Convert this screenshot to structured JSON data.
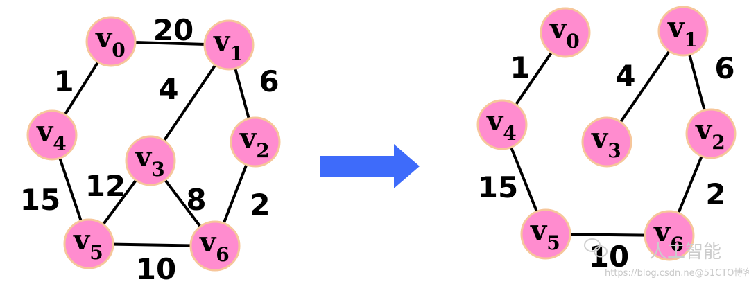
{
  "graphs": [
    {
      "id": "original",
      "nodes": [
        {
          "id": "v0",
          "base": "v",
          "sub": "0"
        },
        {
          "id": "v1",
          "base": "v",
          "sub": "1"
        },
        {
          "id": "v2",
          "base": "v",
          "sub": "2"
        },
        {
          "id": "v3",
          "base": "v",
          "sub": "3"
        },
        {
          "id": "v4",
          "base": "v",
          "sub": "4"
        },
        {
          "id": "v5",
          "base": "v",
          "sub": "5"
        },
        {
          "id": "v6",
          "base": "v",
          "sub": "6"
        }
      ],
      "edges": [
        {
          "from": "v0",
          "to": "v1",
          "weight": "20"
        },
        {
          "from": "v0",
          "to": "v4",
          "weight": "1"
        },
        {
          "from": "v1",
          "to": "v3",
          "weight": "4"
        },
        {
          "from": "v1",
          "to": "v2",
          "weight": "6"
        },
        {
          "from": "v4",
          "to": "v5",
          "weight": "15"
        },
        {
          "from": "v3",
          "to": "v5",
          "weight": "12"
        },
        {
          "from": "v3",
          "to": "v6",
          "weight": "8"
        },
        {
          "from": "v2",
          "to": "v6",
          "weight": "2"
        },
        {
          "from": "v5",
          "to": "v6",
          "weight": "10"
        }
      ]
    },
    {
      "id": "spanning-tree",
      "nodes": [
        {
          "id": "v0",
          "base": "v",
          "sub": "0"
        },
        {
          "id": "v1",
          "base": "v",
          "sub": "1"
        },
        {
          "id": "v2",
          "base": "v",
          "sub": "2"
        },
        {
          "id": "v3",
          "base": "v",
          "sub": "3"
        },
        {
          "id": "v4",
          "base": "v",
          "sub": "4"
        },
        {
          "id": "v5",
          "base": "v",
          "sub": "5"
        },
        {
          "id": "v6",
          "base": "v",
          "sub": "6"
        }
      ],
      "edges": [
        {
          "from": "v0",
          "to": "v4",
          "weight": "1"
        },
        {
          "from": "v1",
          "to": "v3",
          "weight": "4"
        },
        {
          "from": "v1",
          "to": "v2",
          "weight": "6"
        },
        {
          "from": "v4",
          "to": "v5",
          "weight": "15"
        },
        {
          "from": "v2",
          "to": "v6",
          "weight": "2"
        },
        {
          "from": "v5",
          "to": "v6",
          "weight": "10"
        }
      ]
    }
  ],
  "arrow": {
    "color": "#3e6bfa"
  },
  "colors": {
    "node_fill": "#ff8ccf",
    "node_stroke": "#f6c69a",
    "edge": "#000000"
  },
  "watermark": {
    "text": "人工智能",
    "subtext": "https://blog.csdn.ne@51CTO博客"
  }
}
